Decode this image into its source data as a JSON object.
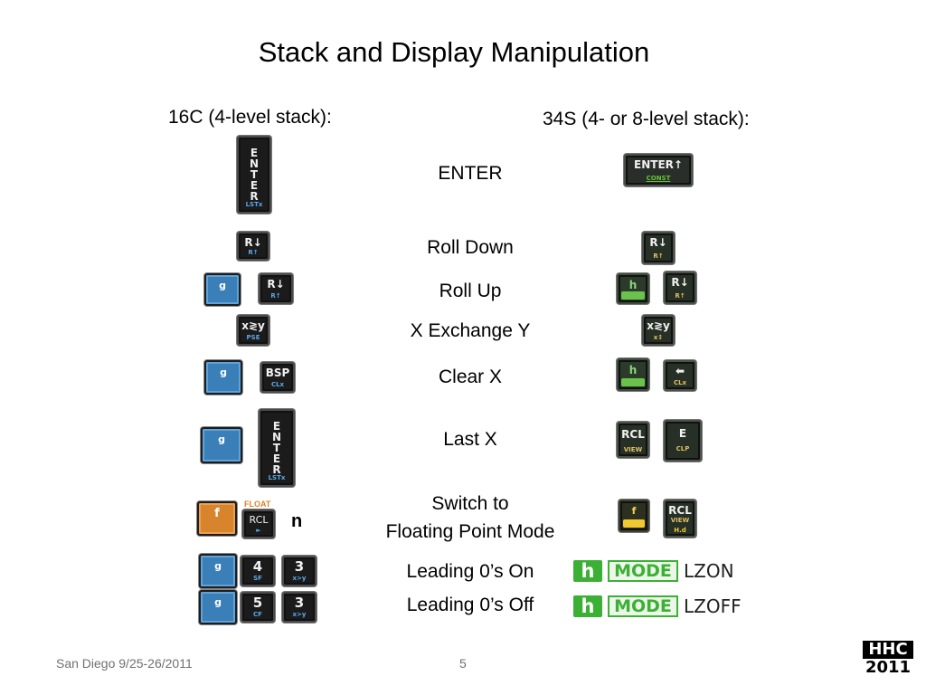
{
  "title": "Stack and Display Manipulation",
  "col_16c": "16C (4-level stack):",
  "col_34s": "34S (4- or 8-level stack):",
  "rows": {
    "enter": "ENTER",
    "roll_down": "Roll Down",
    "roll_up": "Roll Up",
    "x_exchange_y": "X Exchange Y",
    "clear_x": "Clear X",
    "last_x": "Last X",
    "switch_float_1": "Switch to",
    "switch_float_2": "Floating Point Mode",
    "leading_on": "Leading 0’s On",
    "leading_off": "Leading 0’s Off"
  },
  "keys": {
    "enter_16c_letters": [
      "E",
      "N",
      "T",
      "E",
      "R"
    ],
    "enter_16c_sub": "LSTx",
    "enter_34s_main": "ENTER↑",
    "enter_34s_sub": "CONST",
    "rdown_main": "R↓",
    "rdown_sub": "R↑",
    "g": "g",
    "h": "h",
    "f": "f",
    "xy_main": "x≷y",
    "xy_sub_16c": "PSE",
    "xy_sub_34s": "x↕",
    "bsp_main": "BSP",
    "bsp_sub": "CLx",
    "back_main": "⬅",
    "back_sub": "CLx",
    "rcl_main": "RCL",
    "rcl_sub_34s": "VIEW",
    "rcl_sub_34s_float": "VIEW",
    "rcl_float_label": "H.d",
    "e_main": "E",
    "e_sub": "CLP",
    "float_label": "FLOAT",
    "rcl_16c_sub": "►",
    "n_label": "n",
    "k4_main": "4",
    "k4_sub": "SF",
    "k5_main": "5",
    "k5_sub": "CF",
    "k3_main": "3",
    "k3_sub": "x>y"
  },
  "mode": {
    "h": "h",
    "mode": "MODE",
    "lzon": "LZON",
    "lzoff": "LZOFF"
  },
  "footer": {
    "location": "San Diego 9/25-26/2011",
    "page": "5",
    "logo_top": "HHC",
    "logo_bottom": "2011"
  },
  "colors": {
    "key_blue": "#3a7fb8",
    "key_orange": "#d8842c",
    "mode_green": "#3cb035"
  }
}
